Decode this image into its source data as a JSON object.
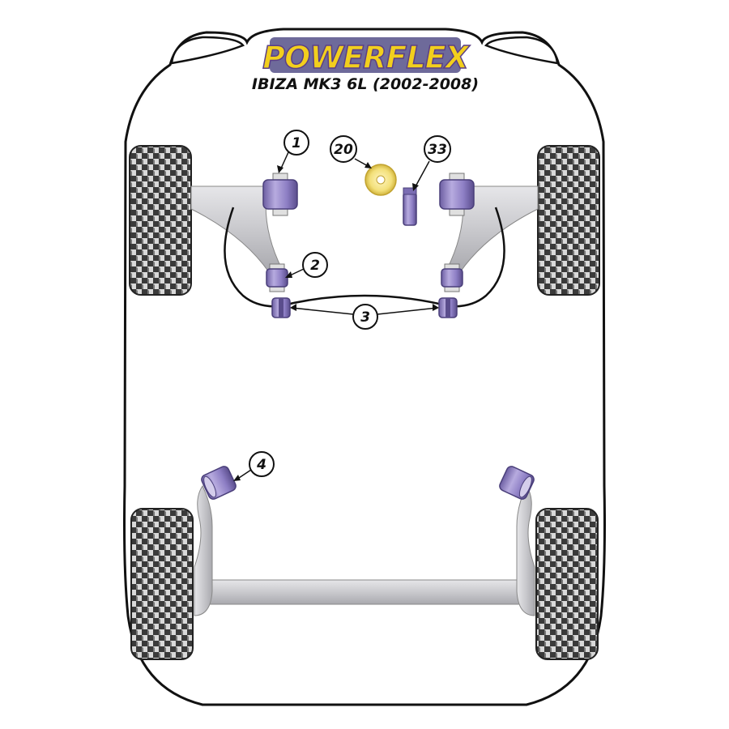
{
  "brand": {
    "name": "POWERFLEX",
    "logo_fill": "#f2cf1d",
    "logo_outline": "#5b3f86",
    "logo_background": "#6e6a9a"
  },
  "subtitle": "IBIZA MK3 6L (2002-2008)",
  "colors": {
    "bushing_purple": "#9b8cc9",
    "bushing_dark": "#5a4d8c",
    "bushing_light": "#d4cdeb",
    "metal_grey": "#cfcfd3",
    "metal_dark": "#a6a6ab",
    "tyre_dark": "#3a3a3a",
    "tyre_light": "#d9d9d9",
    "yellow_bush": "#f3e07a"
  },
  "callouts": [
    {
      "label": "1"
    },
    {
      "label": "2"
    },
    {
      "label": "3"
    },
    {
      "label": "20"
    },
    {
      "label": "33"
    },
    {
      "label": "4"
    }
  ]
}
